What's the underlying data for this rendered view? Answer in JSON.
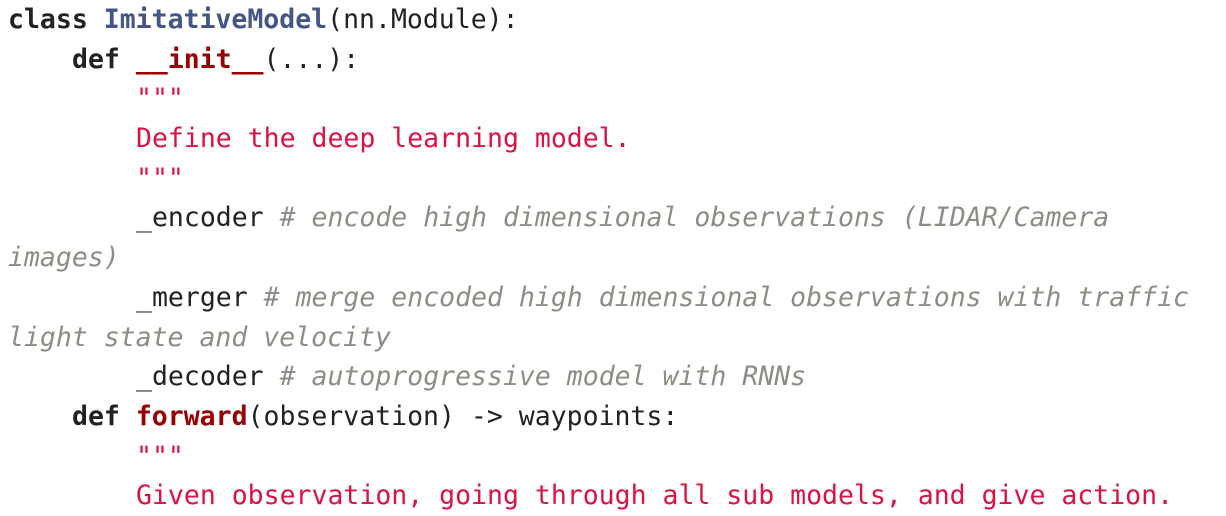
{
  "code": {
    "line1": {
      "kw": "class",
      "name": "ImitativeModel",
      "rest": "(nn.Module):"
    },
    "line2": {
      "kw": "def",
      "name": "__init__",
      "rest": "(...):"
    },
    "line3": "\"\"\"",
    "line4": "Define the deep learning model.",
    "line5": "\"\"\"",
    "line6": {
      "name": "_encoder",
      "comment": "# encode high dimensional observations (LIDAR/Camera"
    },
    "line7": "images)",
    "line8": {
      "name": "_merger",
      "comment": "# merge encoded high dimensional observations with traffic"
    },
    "line9": "light state and velocity",
    "line10": {
      "name": "_decoder",
      "comment": "# autoprogressive model with RNNs"
    },
    "line11": {
      "kw": "def",
      "name": "forward",
      "rest": "(observation) -> waypoints:"
    },
    "line12": "\"\"\"",
    "line13": "Given observation, going through all sub models, and give action."
  },
  "colors": {
    "keyword": "#222222",
    "class_name": "#445588",
    "function_name": "#990000",
    "docstring": "#dd1144",
    "comment": "#8d8d84"
  }
}
